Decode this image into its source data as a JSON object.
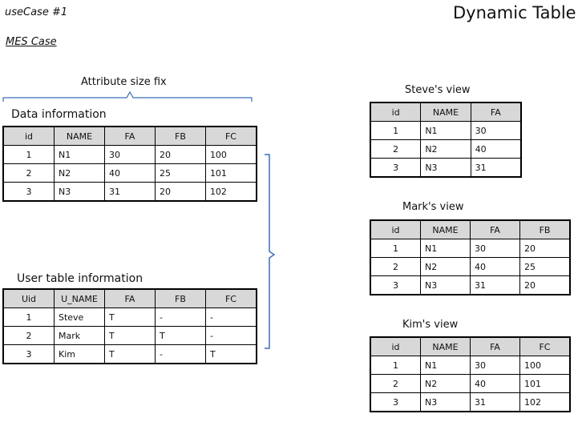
{
  "header": {
    "usecase": "useCase #1",
    "subtitle": "MES Case",
    "title": "Dynamic Table"
  },
  "attribute_note": "Attribute size fix",
  "data_table": {
    "title": "Data information",
    "columns": [
      "id",
      "NAME",
      "FA",
      "FB",
      "FC"
    ],
    "rows": [
      [
        "1",
        "N1",
        "30",
        "20",
        "100"
      ],
      [
        "2",
        "N2",
        "40",
        "25",
        "101"
      ],
      [
        "3",
        "N3",
        "31",
        "20",
        "102"
      ]
    ]
  },
  "user_table": {
    "title": "User table information",
    "columns": [
      "Uid",
      "U_NAME",
      "FA",
      "FB",
      "FC"
    ],
    "rows": [
      [
        "1",
        "Steve",
        "T",
        "-",
        "-"
      ],
      [
        "2",
        "Mark",
        "T",
        "T",
        "-"
      ],
      [
        "3",
        "Kim",
        "T",
        "-",
        "T"
      ]
    ]
  },
  "views": [
    {
      "title": "Steve's view",
      "columns": [
        "id",
        "NAME",
        "FA"
      ],
      "rows": [
        [
          "1",
          "N1",
          "30"
        ],
        [
          "2",
          "N2",
          "40"
        ],
        [
          "3",
          "N3",
          "31"
        ]
      ]
    },
    {
      "title": "Mark's view",
      "columns": [
        "id",
        "NAME",
        "FA",
        "FB"
      ],
      "rows": [
        [
          "1",
          "N1",
          "30",
          "20"
        ],
        [
          "2",
          "N2",
          "40",
          "25"
        ],
        [
          "3",
          "N3",
          "31",
          "20"
        ]
      ]
    },
    {
      "title": "Kim's view",
      "columns": [
        "id",
        "NAME",
        "FA",
        "FC"
      ],
      "rows": [
        [
          "1",
          "N1",
          "30",
          "100"
        ],
        [
          "2",
          "N2",
          "40",
          "101"
        ],
        [
          "3",
          "N3",
          "31",
          "102"
        ]
      ]
    }
  ]
}
